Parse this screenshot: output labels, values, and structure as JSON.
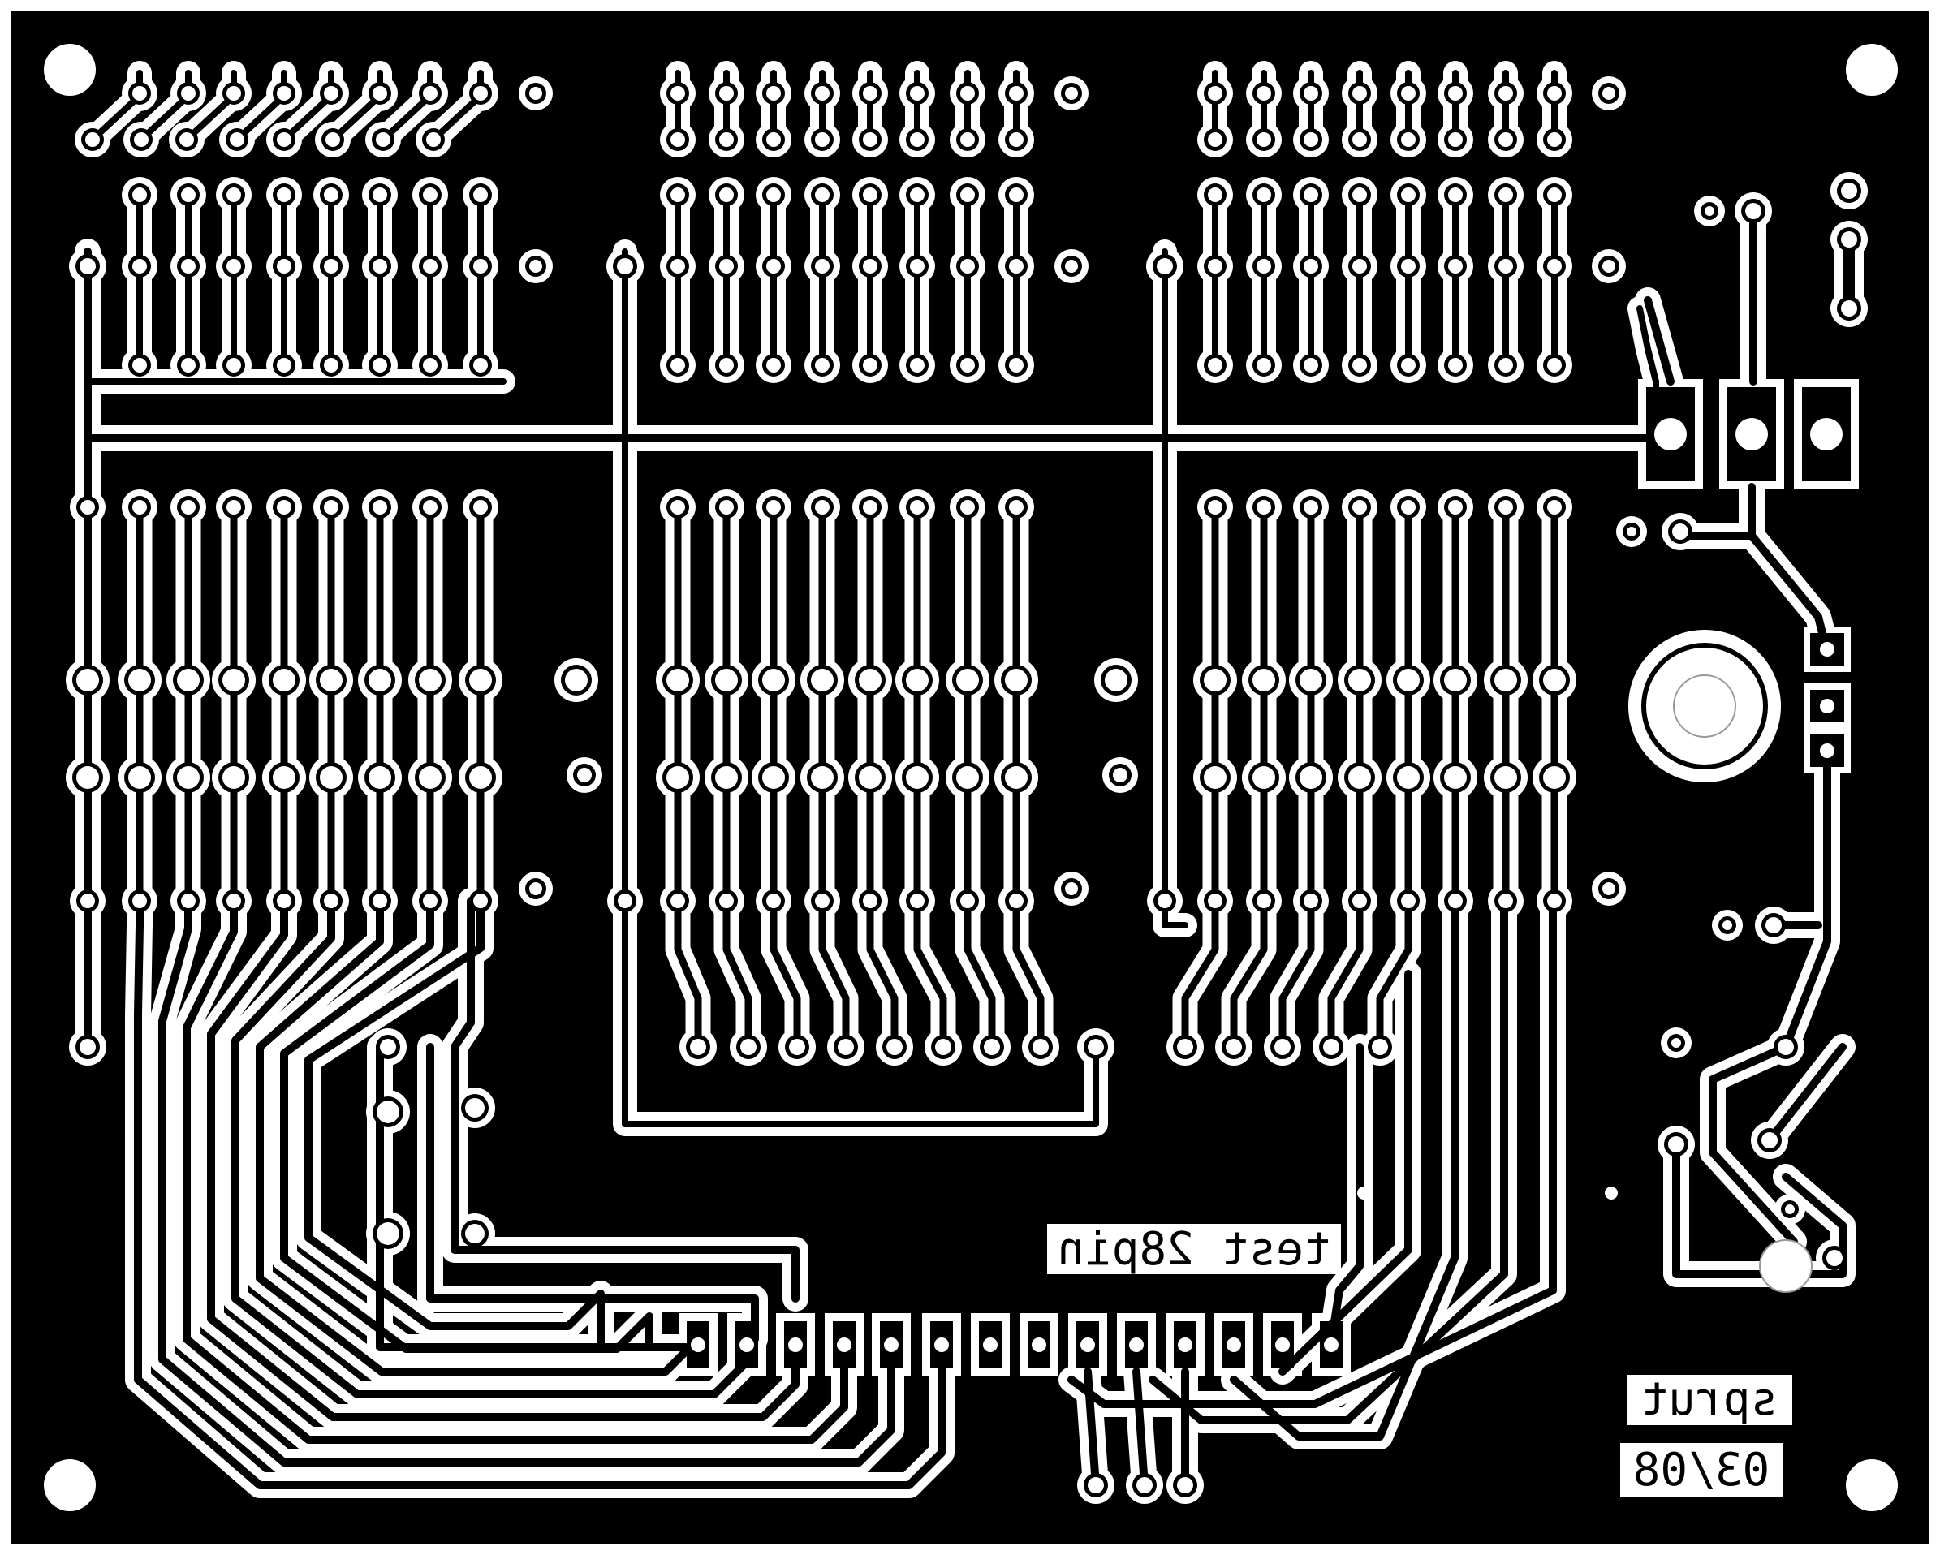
{
  "board": {
    "label_main": "test 28pin",
    "label_author": "sprut",
    "label_date": "03/08"
  },
  "colors": {
    "copper": "#000000",
    "substrate": "#ffffff",
    "hole_ring": "#999999"
  },
  "icons": {
    "mounting_hole": "mounting-hole-icon",
    "pad": "pad-icon",
    "trace": "trace-icon"
  }
}
